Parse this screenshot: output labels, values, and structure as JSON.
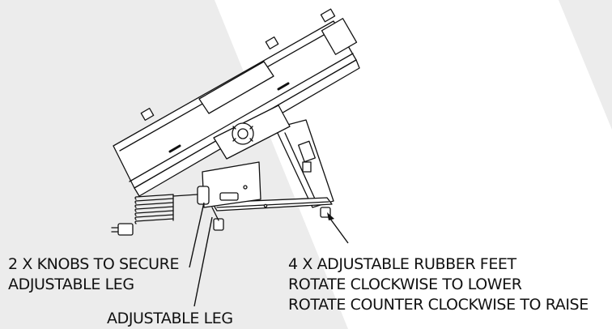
{
  "callouts": {
    "knobs": {
      "line1": "2 X KNOBS TO SECURE",
      "line2": "ADJUSTABLE LEG"
    },
    "leg": {
      "text": "ADJUSTABLE LEG"
    },
    "feet": {
      "line1": "4 X ADJUSTABLE RUBBER FEET",
      "line2": "ROTATE CLOCKWISE TO LOWER",
      "line3": "ROTATE COUNTER CLOCKWISE TO RAISE"
    }
  },
  "colors": {
    "background": "#ffffff",
    "shading": "#ececec",
    "line": "#111111"
  }
}
